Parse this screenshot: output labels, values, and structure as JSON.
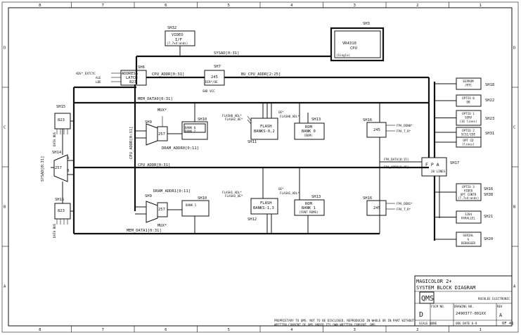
{
  "frame": {
    "top_zones": [
      "8",
      "7",
      "6",
      "5",
      "4",
      "3",
      "2",
      "1"
    ],
    "bottom_zones": [
      "8",
      "7",
      "6",
      "5",
      "4",
      "3",
      "2",
      "1"
    ],
    "side_zones": [
      "D",
      "C",
      "B",
      "A"
    ]
  },
  "buses": {
    "sysad": "SYSAD[0:31]",
    "cpu_addr": "CPU_ADDR[0:31]",
    "bu_cpu_addr": "BU_CPU_ADDR[2:25]",
    "mem_data0": "MEM_DATA0[0:31]",
    "cpu_addr_v": "CPU_ADDR[0:31]",
    "sysad_v": "SYSAD[0:31]",
    "cpu_addr_h": "CPU_ADDR[0:31]",
    "mem_data1": "MEM_DATA1[0:31]",
    "dram_addr0": "DRAM_ADDR0[0:11]",
    "dram_addr1": "DRAM_ADDR1[0:11]"
  },
  "blocks": {
    "cpu": {
      "sheet": "SH3",
      "line1": "VR4310",
      "line2": "CPU",
      "line3": "(Single)"
    },
    "video_if": {
      "sheet": "SH32",
      "line1": "VIDEO",
      "line2": "I/F",
      "line3": "(7.7x4:ands)"
    },
    "address_latch": {
      "sheet": "SH6",
      "line1": "ADDRESS",
      "line2": "LATCH",
      "line3": "823",
      "signals": [
        "ADS*_EXTCYC",
        "ALE",
        "LBE"
      ]
    },
    "buffer_top": {
      "sheet": "SH7",
      "line1": "245",
      "line2": "DIR*/OE",
      "line3": "SHD VCC"
    },
    "latch_top": {
      "sheet": "SH15",
      "line1": "823",
      "pins": "DATA BUS"
    },
    "transceiver_left": {
      "sheet": "SH14",
      "line1": "257",
      "a": "A",
      "b": "B"
    },
    "latch_bottom": {
      "sheet": "SH15",
      "line1": "823",
      "pins": "DATA BUS"
    },
    "mux_top": {
      "sheet": "SH9",
      "name": "MUX*",
      "chip": "257"
    },
    "dram_top": {
      "sheet": "SH10",
      "line1": "BANK 0",
      "line2": "BANK 2"
    },
    "flash_top": {
      "sheet": "SH11",
      "line1": "FLASH",
      "line2": "BANKS-0,2",
      "sig1": "FLASH0_ADL*",
      "sig2": "FLASH2_OE*"
    },
    "rom_top": {
      "sheet": "SH13",
      "line1": "ROM",
      "line2": "BANK 0",
      "line3": "(ROM)",
      "sig1": "OE*",
      "sig2": "FLASH0_ADL*"
    },
    "buffer_rtop": {
      "sheet": "SH16",
      "line1": "245",
      "sig1": "FPA_DEN0*",
      "sig2": "FPA_T_R*"
    },
    "mux_bottom": {
      "sheet": "SH9",
      "name": "MUX*",
      "chip": "257"
    },
    "dram_bottom": {
      "sheet": "SH10",
      "line1": "BANK 1"
    },
    "flash_bottom": {
      "sheet": "SH12",
      "line1": "FLASH",
      "line2": "BANKS-1,3",
      "sig1": "FLASH1_ADL*",
      "sig2": "FLASH3_OE*"
    },
    "rom_bottom": {
      "sheet": "SH13",
      "line1": "ROM",
      "line2": "BANK 1",
      "line3": "(FONT ROMS)",
      "sig1": "OE*",
      "sig2": "FLASH1_ADL*"
    },
    "buffer_rbottom": {
      "sheet": "SH16",
      "line1": "245",
      "sig1": "FPA_DEN1*",
      "sig2": "FPA_T_R*"
    },
    "fpga": {
      "sheet": "SH17",
      "line1": "F P A",
      "line2": "20 LINES",
      "sig1": "FPA_DATA[0:15]",
      "sig2": "FPA_ADDR[0:15]"
    }
  },
  "peripherals": [
    {
      "sheet": "SH18",
      "lines": [
        "EEPROM",
        "/RTC"
      ]
    },
    {
      "sheet": "SH22",
      "lines": [
        "OPTIO 0",
        "DB"
      ]
    },
    {
      "sheet": "SH23",
      "lines": [
        "OPTIO 1",
        "SERV",
        "(16 lines)"
      ]
    },
    {
      "sheet": "SH31",
      "lines": [
        "OPTIO 2",
        "SCSI/IDE"
      ]
    },
    {
      "sheet": "",
      "lines": [
        "OPT CD",
        "(lines)"
      ]
    },
    {
      "sheet": "SH16",
      "lines": [
        "OPTIO 3",
        "VIDEO",
        "OPT CONTR"
      ]
    },
    {
      "sheet": "SH38",
      "lines": [
        "(7.7x4:ands)"
      ]
    },
    {
      "sheet": "SH21",
      "lines": [
        "1284",
        "PARALLEL"
      ]
    },
    {
      "sheet": "SH20",
      "lines": [
        "SERIAL",
        "&",
        "DEBUGGER"
      ]
    }
  ],
  "title": {
    "line1": "MAGICOLOR 2+",
    "line2": "SYSTEM BLOCK DIAGRAM",
    "logo": "QMS",
    "project": "ROCKLEE ELECTRONIC",
    "fscm_hdr": "FSCM NO.",
    "dwg_hdr": "DRAWING NO.",
    "rev_hdr": "REV",
    "size": "D",
    "dwg_no": "2490377-001XX",
    "rev": "A",
    "scale": "SCALE NONE",
    "sheet": "ORG DATE 6-9",
    "sheet_no": "OF 41",
    "note1": "PROPRIETARY TO QMS. NOT TO BE DISCLOSED, REPRODUCED IN WHOLE OR IN PART WITHOUT",
    "note2": "WRITTEN CONSENT OF QMS UNDER ITS OWN WRITTEN CONSENT. QMS"
  }
}
